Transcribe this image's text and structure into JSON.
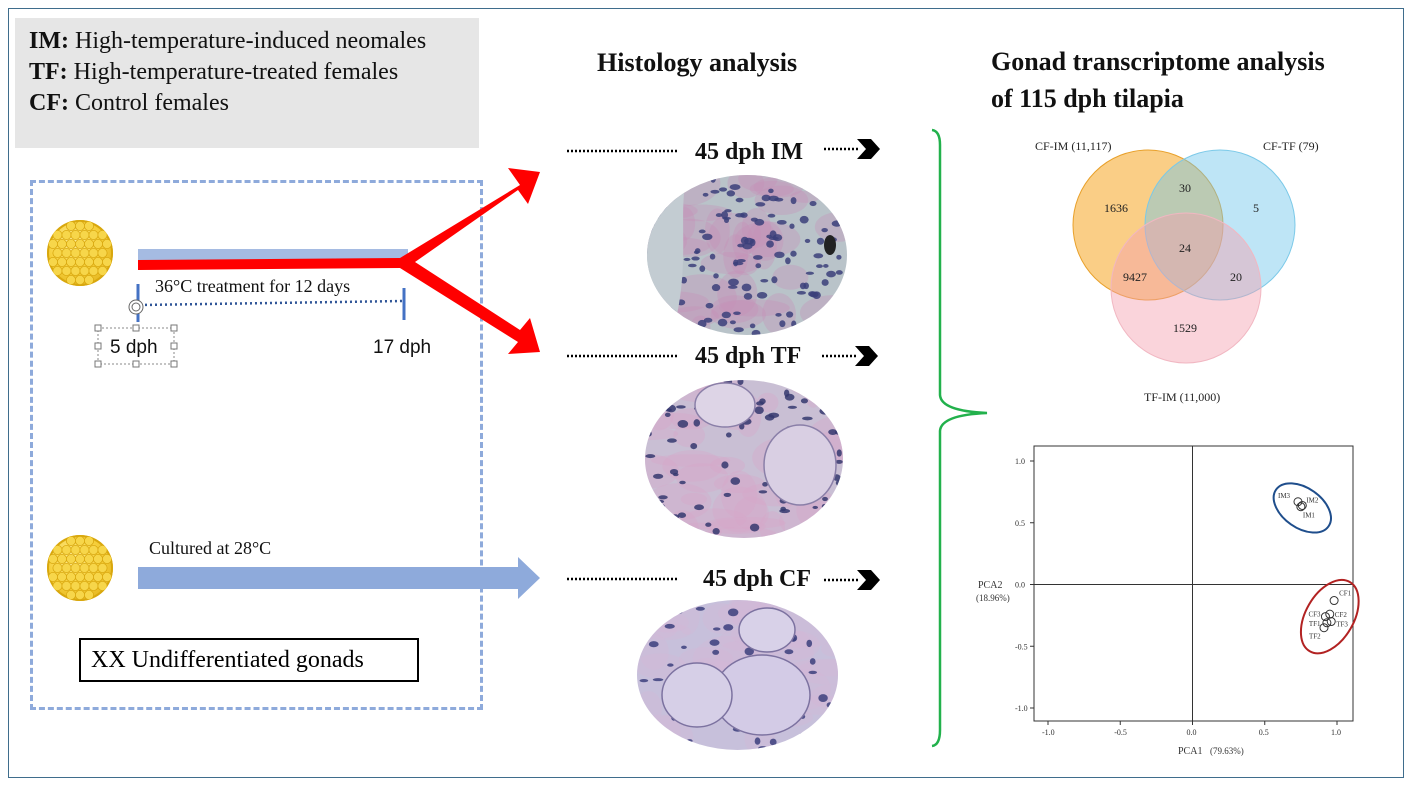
{
  "legend": {
    "items": [
      {
        "abbr": "IM:",
        "text": " High-temperature-induced neomales"
      },
      {
        "abbr": "TF:",
        "text": " High-temperature-treated females"
      },
      {
        "abbr": "CF:",
        "text": " Control females"
      }
    ]
  },
  "treatment": {
    "high_temp_label": "36°C treatment for 12 days",
    "start_label": "5 dph",
    "end_label": "17 dph",
    "control_label": "Cultured at 28°C",
    "gonad_label": "XX Undifferentiated gonads"
  },
  "histology": {
    "title": "Histology  analysis",
    "stages": [
      "45 dph IM",
      "45 dph TF",
      "45 dph CF"
    ]
  },
  "transcriptome": {
    "title_line1": "Gonad transcriptome analysis",
    "title_line2": "of 115 dph tilapia"
  },
  "venn": {
    "sets": [
      {
        "label": "CF-IM (11,117)",
        "color": "#f5a623"
      },
      {
        "label": "CF-TF (79)",
        "color": "#6ec6ea"
      },
      {
        "label": "TF-IM (11,000)",
        "color": "#f4a0b0"
      }
    ],
    "regions": {
      "cfim_only": "1636",
      "cftf_only": "5",
      "tfim_only": "1529",
      "cfim_cftf": "30",
      "cfim_tfim": "9427",
      "cftf_tfim": "20",
      "all": "24"
    }
  },
  "pca": {
    "xlabel": "PCA1",
    "xlabel_pct": "(79.63%)",
    "ylabel": "PCA2",
    "ylabel_pct": "(18.96%)",
    "x_ticks": [
      "-1.0",
      "-0.5",
      "0.0",
      "0.5",
      "1.0"
    ],
    "y_ticks": [
      "1.0",
      "0.5",
      "0.0",
      "-0.5",
      "-1.0"
    ],
    "groups": [
      {
        "name": "IM",
        "color": "#1f4e8c",
        "points": [
          {
            "label": "IM3",
            "x": 0.73,
            "y": 0.67
          },
          {
            "label": "IM2",
            "x": 0.76,
            "y": 0.64
          },
          {
            "label": "IM1",
            "x": 0.75,
            "y": 0.63
          }
        ]
      },
      {
        "name": "CF/TF",
        "color": "#b22222",
        "points": [
          {
            "label": "CF1",
            "x": 0.98,
            "y": -0.13
          },
          {
            "label": "CF2",
            "x": 0.95,
            "y": -0.24
          },
          {
            "label": "CF3",
            "x": 0.92,
            "y": -0.26
          },
          {
            "label": "TF1",
            "x": 0.93,
            "y": -0.31
          },
          {
            "label": "TF3",
            "x": 0.96,
            "y": -0.3
          },
          {
            "label": "TF2",
            "x": 0.91,
            "y": -0.35
          }
        ]
      }
    ]
  },
  "colors": {
    "red_arrow": "#ff0000",
    "blue_arrow": "#8eaadb",
    "bracket": "#22b14c",
    "dash_box": "#8eaadb"
  }
}
